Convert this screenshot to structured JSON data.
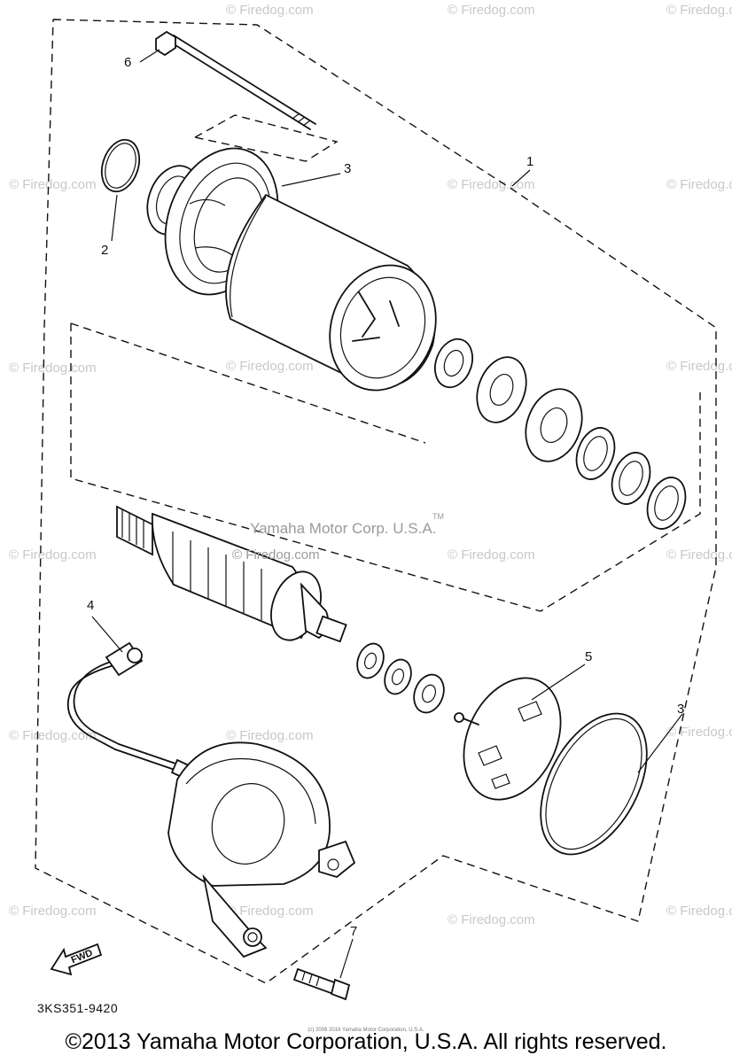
{
  "callouts": [
    {
      "n": "1"
    },
    {
      "n": "2"
    },
    {
      "n": "3"
    },
    {
      "n": "3"
    },
    {
      "n": "4"
    },
    {
      "n": "5"
    },
    {
      "n": "6"
    },
    {
      "n": "7"
    }
  ],
  "watermark": "© Firedog.com",
  "center_watermark": {
    "line1": "Yamaha Motor Corp. U.S.A.",
    "tm": "TM",
    "line2": "© Firedog.com"
  },
  "fwd_label": "FWD",
  "part_code": "3KS351-9420",
  "tiny_notice": "(c) 2006 2016 Yamaha Motor Corporation, U.S.A.",
  "copyright": "©2013 Yamaha Motor Corporation, U.S.A. All rights reserved.",
  "colors": {
    "ink": "#111111",
    "watermark": "#c8c8c8"
  }
}
